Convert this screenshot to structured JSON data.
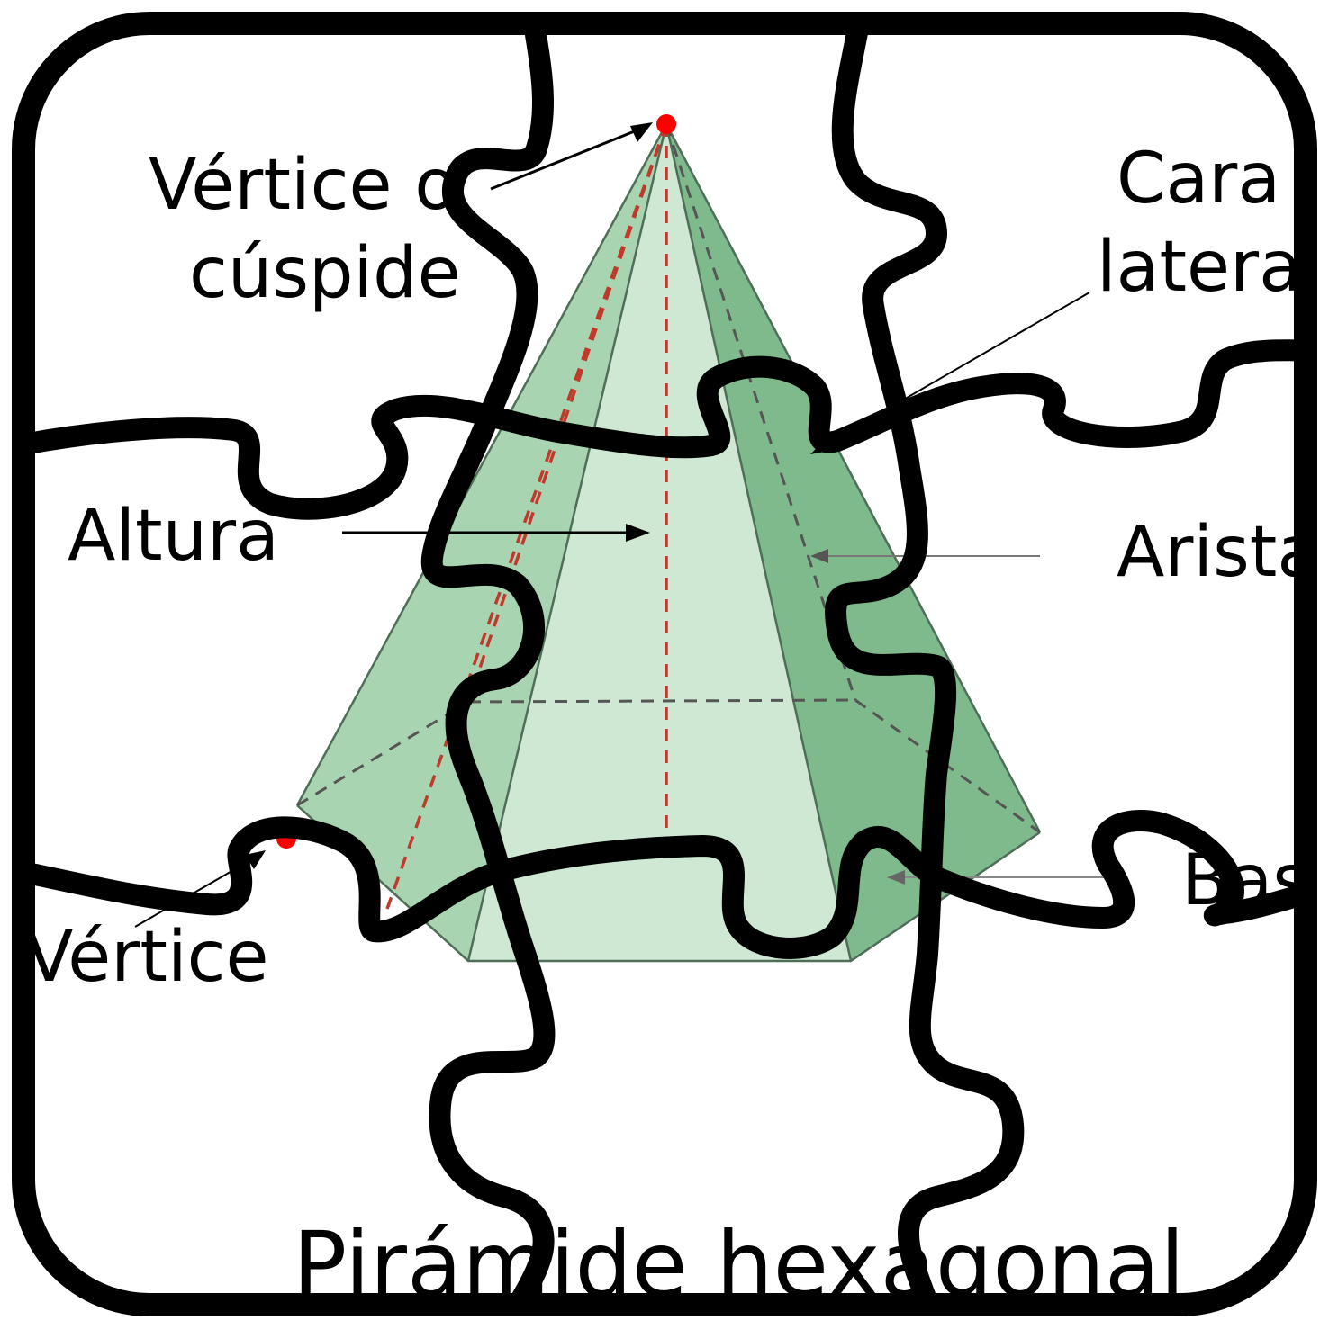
{
  "title": "Pirámide hexagonal",
  "labels": {
    "apex_line1": "Vértice o",
    "apex_line2": "cúspide",
    "lateral_face_line1": "Cara",
    "lateral_face_line2": "lateral",
    "height": "Altura",
    "edge": "Arista",
    "base": "Base",
    "vertex": "Vértice"
  },
  "colors": {
    "frame": "#000000",
    "face_light": "#cfe8d4",
    "face_mid": "#a9d4b2",
    "face_dark": "#7fba8d",
    "hidden_lines": "#555555",
    "height_line": "#c0392b",
    "vertex_dot": "#ff0000"
  },
  "style": "puzzle-pieces-overlay"
}
